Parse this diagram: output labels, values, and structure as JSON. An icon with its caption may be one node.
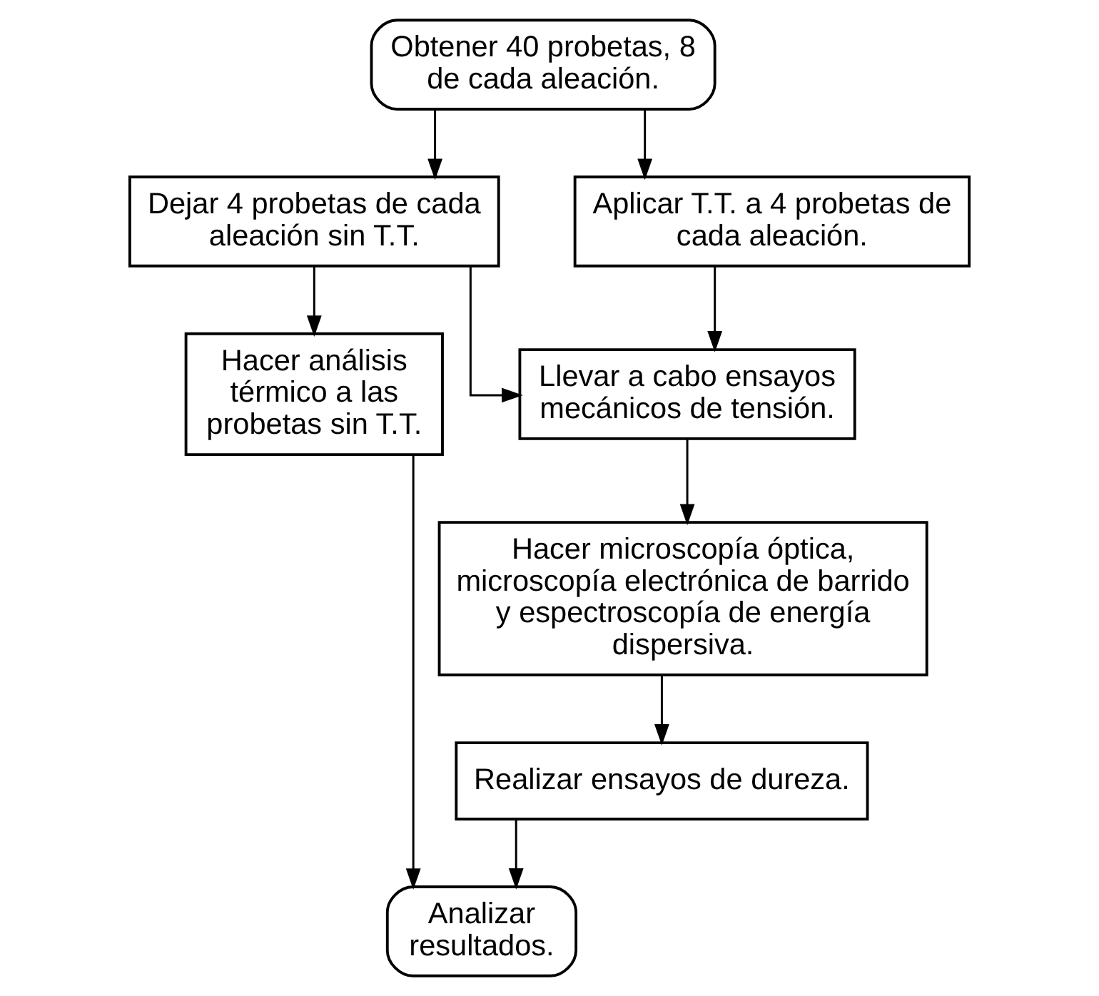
{
  "diagram": {
    "nodes": [
      {
        "text": [
          "Obtener 40 probetas, 8 de cada aleación."
        ]
      },
      {
        "text": [
          "Dejar 4 probetas de cada aleación sin T.T."
        ]
      },
      {
        "text": [
          "Aplicar T.T. a 4 probetas de cada aleación."
        ]
      },
      {
        "text": [
          "Hacer análisis térmico a las probetas sin T.T."
        ]
      },
      {
        "text": [
          "Llevar a cabo ensayos mecánicos de tensión."
        ]
      },
      {
        "text": [
          "Hacer microscopía óptica, microscopía electrónica de barrido y espectroscopía de energía dispersiva."
        ]
      },
      {
        "text": [
          "Realizar ensayos de dureza."
        ]
      },
      {
        "text": [
          "Analizar resultados."
        ]
      }
    ],
    "edges": [
      {
        "from": 0,
        "to": 1,
        "arrow": "to"
      },
      {
        "from": 0,
        "to": 2,
        "arrow": "to"
      },
      {
        "from": 1,
        "to": 3,
        "arrow": "to"
      },
      {
        "from": 1,
        "to": 4,
        "arrow": "to"
      },
      {
        "from": 2,
        "to": 4,
        "arrow": "to"
      },
      {
        "from": 4,
        "to": 5,
        "arrow": "to"
      },
      {
        "from": 5,
        "to": 6,
        "arrow": "to"
      },
      {
        "from": 6,
        "to": 7,
        "arrow": "to"
      },
      {
        "from": 3,
        "to": 7,
        "arrow": "to"
      }
    ]
  }
}
